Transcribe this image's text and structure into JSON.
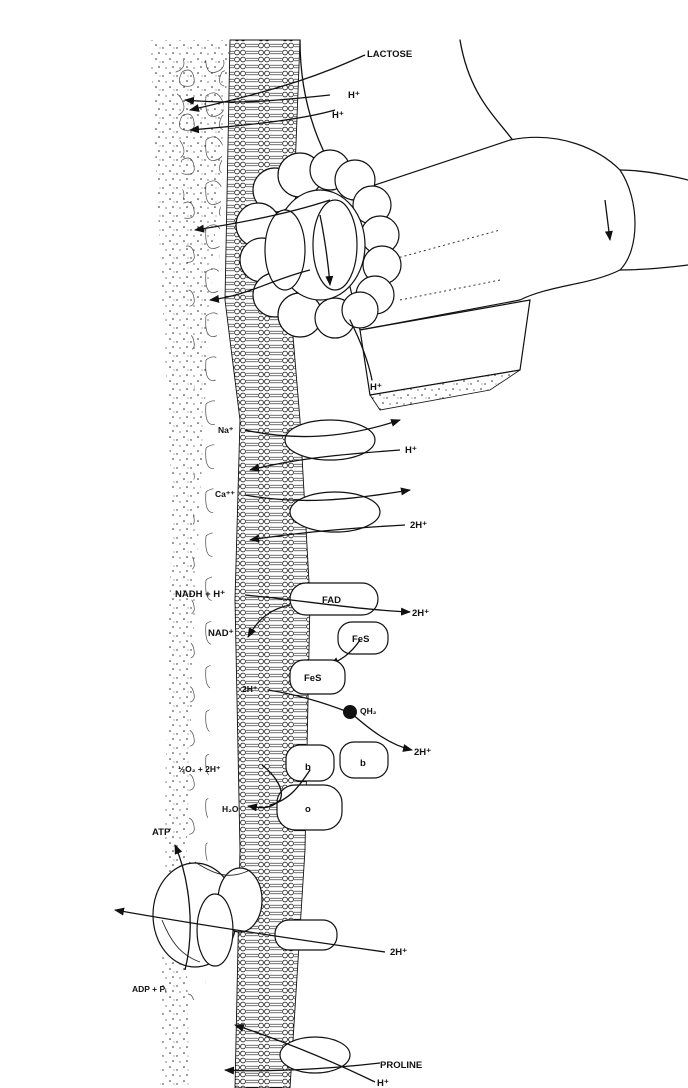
{
  "labels": {
    "lactose": "LACTOSE",
    "h_lactose_1": "H⁺",
    "h_lactose_2": "H⁺",
    "h_flagellum": "H⁺",
    "na": "Na⁺",
    "h_na": "H⁺",
    "ca": "Ca⁺⁺",
    "two_h_ca": "2H⁺",
    "nadh": "NADH + H⁺",
    "nad": "NAD⁺",
    "fad": "FAD",
    "two_h_fad": "2H⁺",
    "fes_1": "FeS",
    "fes_2": "FeS",
    "two_h_fes": "2H⁺",
    "qh2": "QH₂",
    "two_h_q": "2H⁺",
    "o2": "½O₂ + 2H⁺",
    "h2o": "H₂O",
    "cyt_b_1": "b",
    "cyt_b_2": "b",
    "cyt_o": "o",
    "atp": "ATP",
    "adp": "ADP + Pᵢ",
    "two_h_atp": "2H⁺",
    "proline": "PROLINE",
    "h_proline": "H⁺"
  },
  "colors": {
    "ink": "#111111",
    "paper": "#ffffff"
  }
}
